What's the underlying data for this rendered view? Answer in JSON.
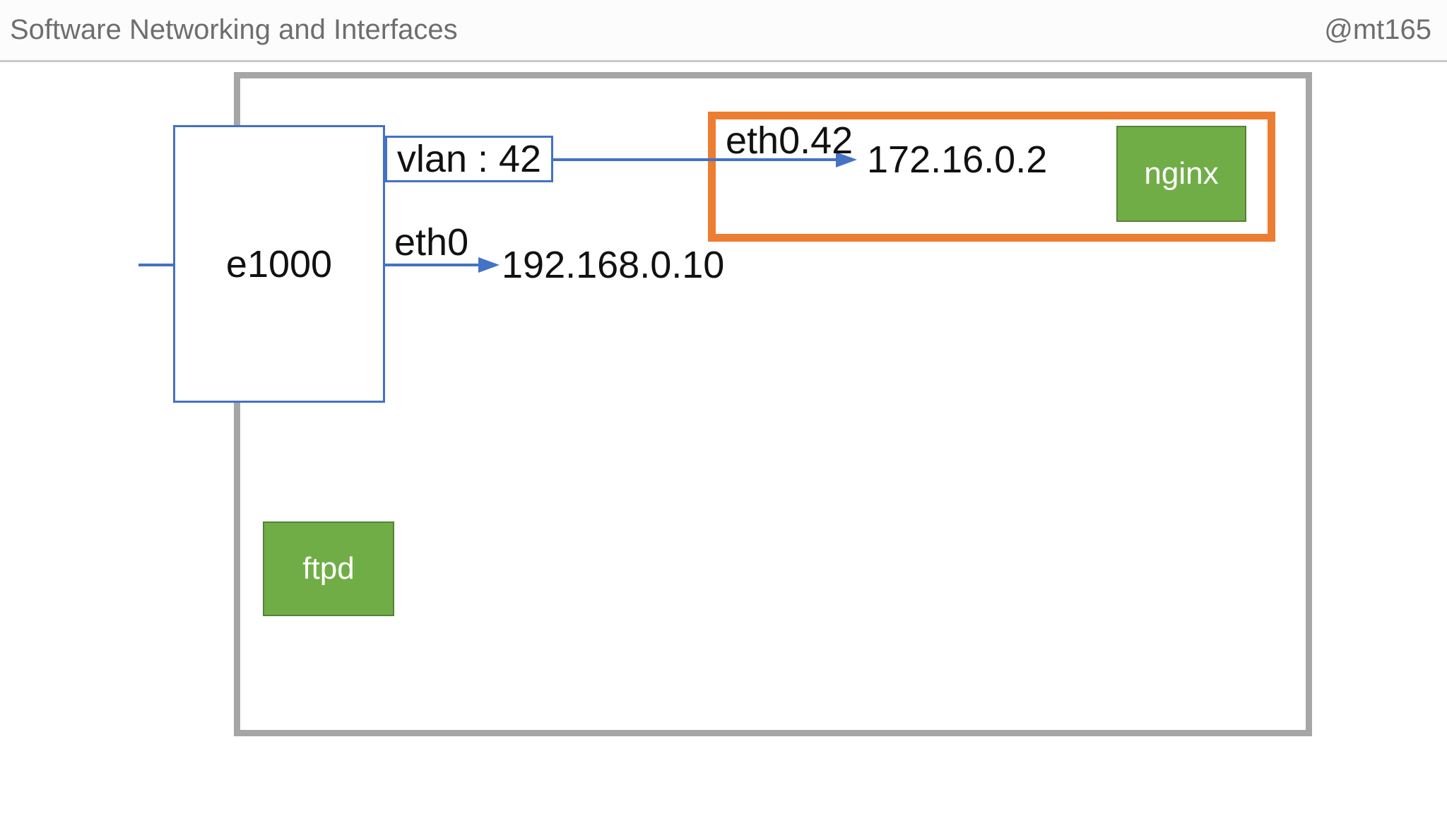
{
  "header": {
    "title": "Software Networking and Interfaces",
    "author_handle": "@mt165"
  },
  "diagram": {
    "nic": {
      "label": "e1000"
    },
    "vlan_tag": {
      "label": "vlan : 42"
    },
    "interfaces": [
      {
        "name": "eth0.42",
        "ip": "172.16.0.2"
      },
      {
        "name": "eth0",
        "ip": "192.168.0.10"
      }
    ],
    "processes": [
      {
        "label": "nginx"
      },
      {
        "label": "ftpd"
      }
    ]
  },
  "colors": {
    "line_blue": "#4472C4",
    "namespace_orange": "#ED7D31",
    "process_green": "#70AD47",
    "host_border_gray": "#A6A6A6",
    "title_gray": "#6E6E6E"
  }
}
